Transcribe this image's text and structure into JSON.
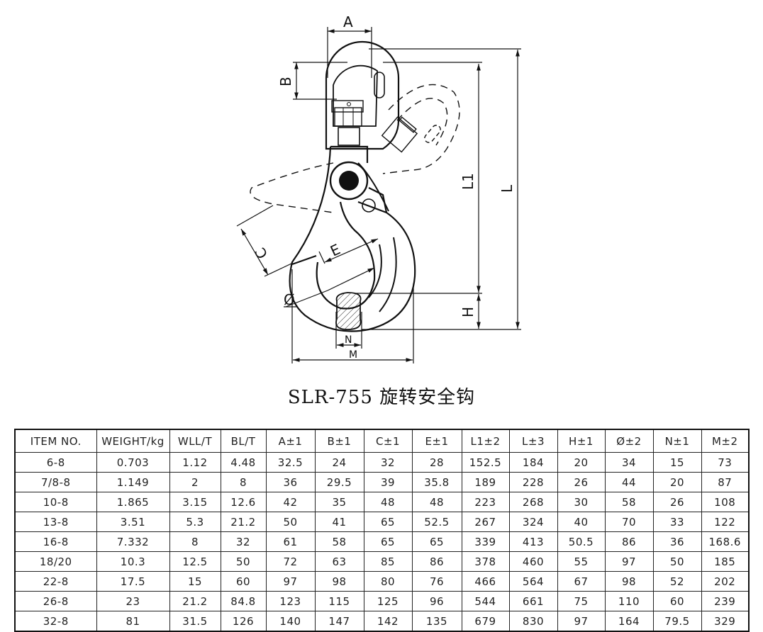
{
  "drawing": {
    "dimension_labels": {
      "A": "A",
      "B": "B",
      "C": "C",
      "E": "E",
      "L1": "L1",
      "L": "L",
      "H": "H",
      "phi": "Ø",
      "N": "N",
      "M": "M"
    }
  },
  "title": "SLR-755 旋转安全钩",
  "table": {
    "headers": [
      "ITEM NO.",
      "WEIGHT/kg",
      "WLL/T",
      "BL/T",
      "A±1",
      "B±1",
      "C±1",
      "E±1",
      "L1±2",
      "L±3",
      "H±1",
      "Ø±2",
      "N±1",
      "M±2"
    ],
    "rows": [
      [
        "6-8",
        "0.703",
        "1.12",
        "4.48",
        "32.5",
        "24",
        "32",
        "28",
        "152.5",
        "184",
        "20",
        "34",
        "15",
        "73"
      ],
      [
        "7/8-8",
        "1.149",
        "2",
        "8",
        "36",
        "29.5",
        "39",
        "35.8",
        "189",
        "228",
        "26",
        "44",
        "20",
        "87"
      ],
      [
        "10-8",
        "1.865",
        "3.15",
        "12.6",
        "42",
        "35",
        "48",
        "48",
        "223",
        "268",
        "30",
        "58",
        "26",
        "108"
      ],
      [
        "13-8",
        "3.51",
        "5.3",
        "21.2",
        "50",
        "41",
        "65",
        "52.5",
        "267",
        "324",
        "40",
        "70",
        "33",
        "122"
      ],
      [
        "16-8",
        "7.332",
        "8",
        "32",
        "61",
        "58",
        "65",
        "65",
        "339",
        "413",
        "50.5",
        "86",
        "36",
        "168.6"
      ],
      [
        "18/20",
        "10.3",
        "12.5",
        "50",
        "72",
        "63",
        "85",
        "86",
        "378",
        "460",
        "55",
        "97",
        "50",
        "185"
      ],
      [
        "22-8",
        "17.5",
        "15",
        "60",
        "97",
        "98",
        "80",
        "76",
        "466",
        "564",
        "67",
        "98",
        "52",
        "202"
      ],
      [
        "26-8",
        "23",
        "21.2",
        "84.8",
        "123",
        "115",
        "125",
        "96",
        "544",
        "661",
        "75",
        "110",
        "60",
        "239"
      ],
      [
        "32-8",
        "81",
        "31.5",
        "126",
        "140",
        "147",
        "142",
        "135",
        "679",
        "830",
        "97",
        "164",
        "79.5",
        "329"
      ]
    ]
  }
}
